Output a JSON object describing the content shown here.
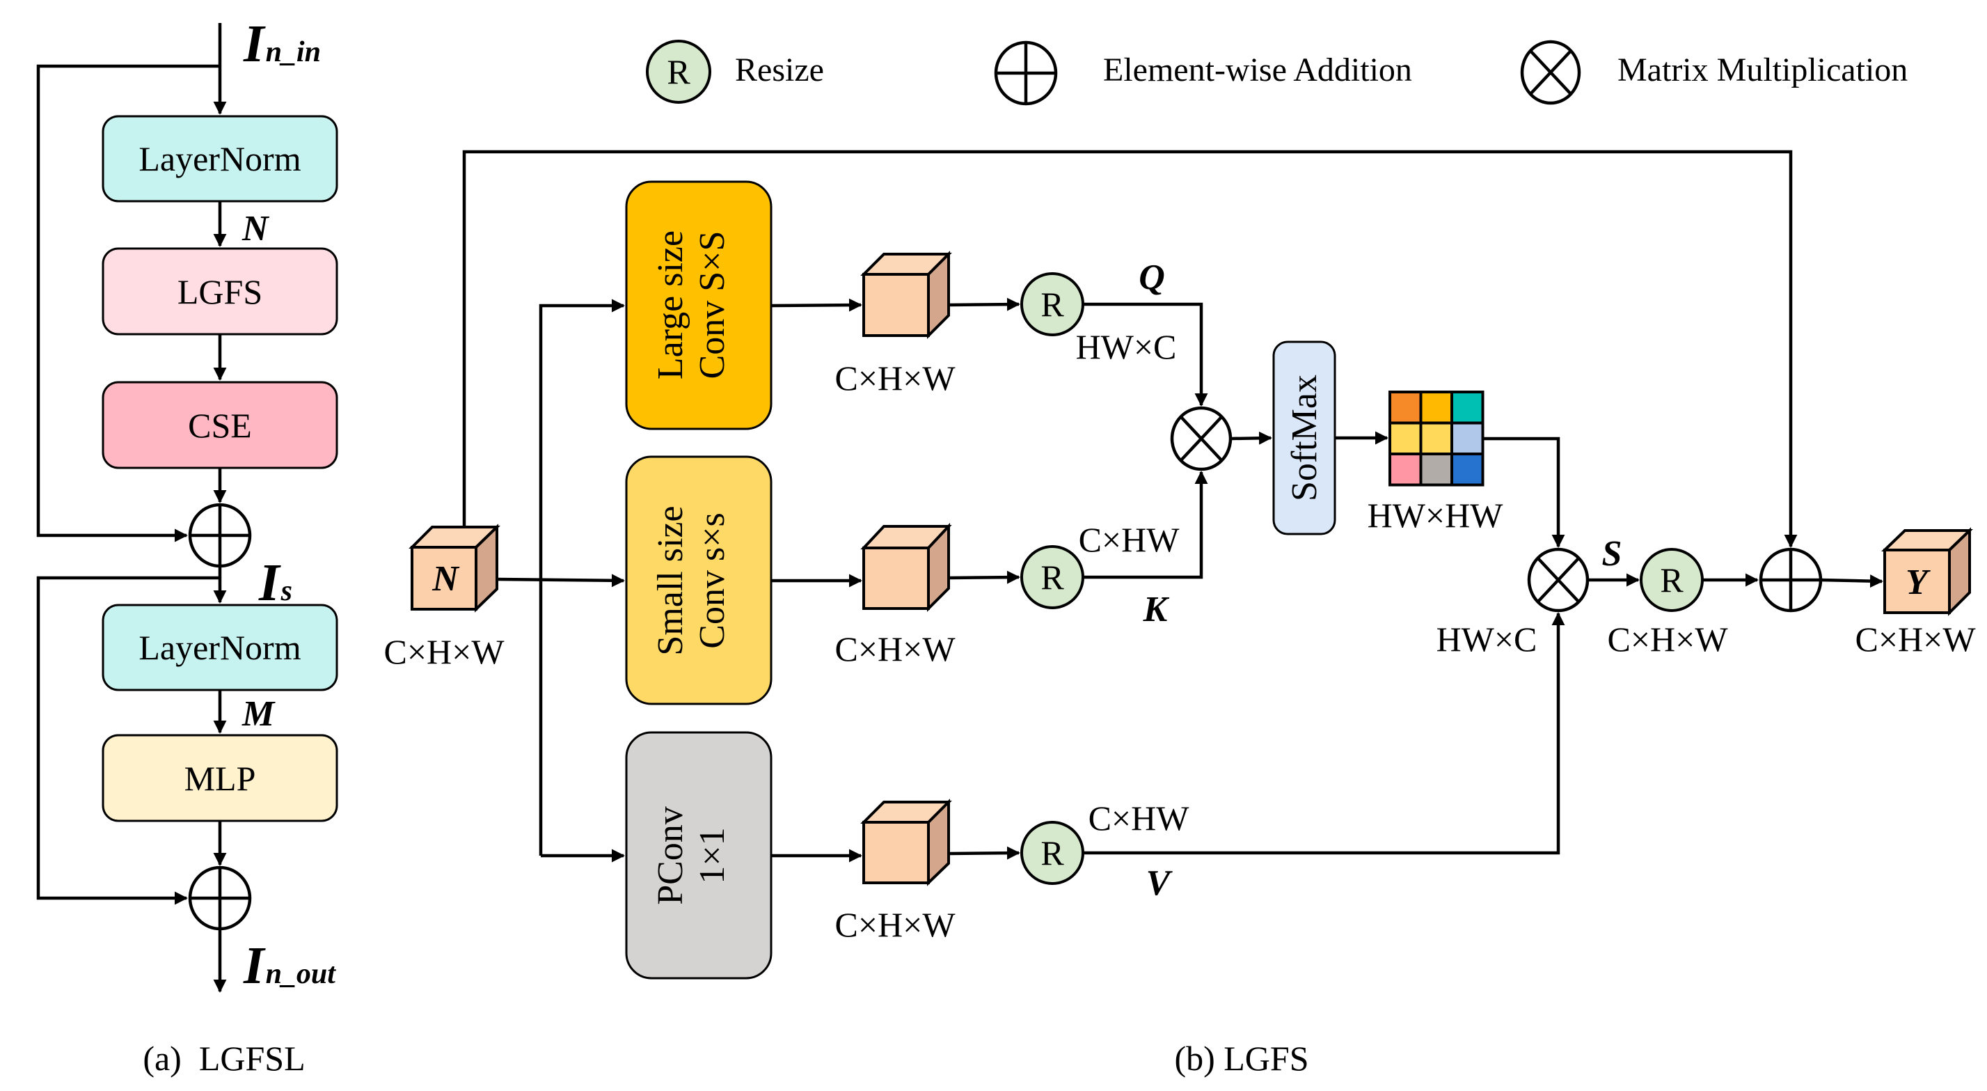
{
  "legend": {
    "resize": {
      "symbol": "R",
      "label": "Resize"
    },
    "addition": {
      "label": "Element-wise Addition"
    },
    "multiplication": {
      "label": "Matrix Multiplication"
    }
  },
  "panel_a": {
    "caption": "(a)  LGFSL",
    "input_label": {
      "main": "I",
      "sub": "n_in"
    },
    "output_label": {
      "main": "I",
      "sub": "n_out"
    },
    "intermediate_label": {
      "main": "I",
      "sub": "s"
    },
    "blocks": [
      {
        "id": "layernorm1",
        "label": "LayerNorm",
        "color": "#c6f2f0"
      },
      {
        "id": "lgfs",
        "label": "LGFS",
        "color": "#ffdde3"
      },
      {
        "id": "cse",
        "label": "CSE",
        "color": "#ffb8c3"
      },
      {
        "id": "layernorm2",
        "label": "LayerNorm",
        "color": "#c6f2f0"
      },
      {
        "id": "mlp",
        "label": "MLP",
        "color": "#fff2cc"
      }
    ],
    "var_n": "N",
    "var_m": "M"
  },
  "panel_b": {
    "caption": "(b) LGFS",
    "input_cube": {
      "label": "N",
      "dims": "C×H×W"
    },
    "output_cube": {
      "label": "Υ",
      "dims": "C×H×W"
    },
    "branches": [
      {
        "id": "large",
        "line1": "Large size",
        "line2": "Conv S×S",
        "color": "#ffc000",
        "cube_dims": "C×H×W",
        "resize_symbol": "R",
        "shape_label": "HW×C",
        "var": "Q"
      },
      {
        "id": "small",
        "line1": "Small size",
        "line2": "Conv s×s",
        "color": "#ffd966",
        "cube_dims": "C×H×W",
        "resize_symbol": "R",
        "shape_label": "C×HW",
        "var": "K"
      },
      {
        "id": "pconv",
        "line1": "PConv",
        "line2": "1×1",
        "color": "#d5d2d2",
        "cube_dims": "C×H×W",
        "resize_symbol": "R",
        "shape_label": "C×HW",
        "var": "V"
      }
    ],
    "softmax": {
      "label": "SoftMax",
      "color": "#dae7f8"
    },
    "attention_map": {
      "label": "HW×HW",
      "colors": [
        [
          "#f78a28",
          "#ffb900",
          "#00bfb3"
        ],
        [
          "#ffd95a",
          "#ffd95a",
          "#b0c8ea"
        ],
        [
          "#ff96a3",
          "#b1aca8",
          "#2673cf"
        ]
      ]
    },
    "matmul2_label": "HW×C",
    "s_var": "S",
    "resize_out": {
      "symbol": "R",
      "dims": "C×H×W"
    }
  }
}
